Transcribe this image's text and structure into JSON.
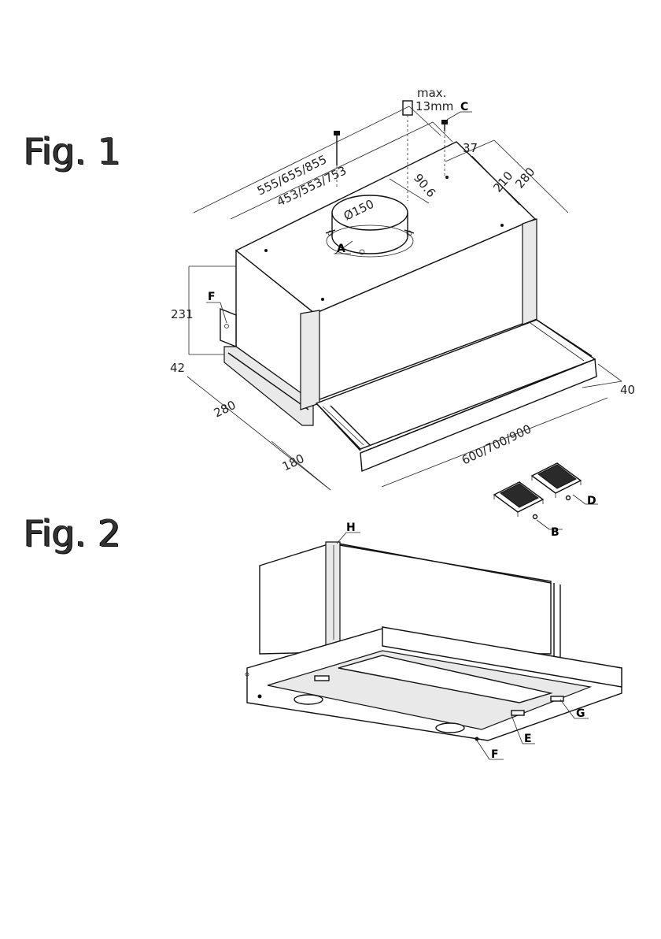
{
  "fig1": {
    "title": "Fig. 1",
    "dims": {
      "width_top": "555/655/855",
      "width_inner": "453/553/753",
      "depth_top": "280",
      "depth_inner": "210",
      "offset": "37",
      "offset_rear": "90.6",
      "duct_diameter": "Ø150",
      "height": "231",
      "base_height": "42",
      "depth_bottom": "280",
      "front_depth": "180",
      "front_width": "600/700/900",
      "front_thickness": "40",
      "max_label": "max.",
      "max_value": "13mm"
    },
    "labels": {
      "A": "A",
      "B": "B",
      "C": "C",
      "D": "D",
      "F": "F"
    }
  },
  "fig2": {
    "title": "Fig. 2",
    "labels": {
      "H": "H",
      "G": "G",
      "E": "E",
      "F": "F"
    }
  }
}
